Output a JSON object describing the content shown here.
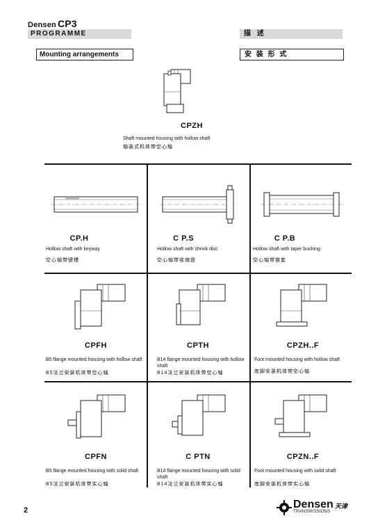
{
  "header": {
    "brand_small": "Densen",
    "brand_big": "CP3",
    "programme": "PROGRAMME",
    "programme_cn": "描 述",
    "mounting": "Mounting arrangements",
    "mounting_cn": "安 装 形 式"
  },
  "top": {
    "code": "CPZH",
    "desc": "Shaft mounted housing with hollow shaft",
    "cn": "轴装式机体带空心轴"
  },
  "cells": [
    {
      "code": "CP.H",
      "desc": "Hollow shaft with keyway",
      "cn": "空心轴带键槽"
    },
    {
      "code": "C P.S",
      "desc": "Hollow shaft with shrink disc",
      "cn": "空心轴带收缩盘"
    },
    {
      "code": "C P.B",
      "desc": "Hollow shaft with taper bushing",
      "cn": "空心轴带锥套"
    },
    {
      "code": "CPFH",
      "desc": "B5 flange mounted housing with hollow shaft",
      "cn": "B5法兰安装机体带空心轴"
    },
    {
      "code": "CPTH",
      "desc": "B14 flange mounted housing with hollow shaft",
      "cn": "B14法兰安装机体带空心轴"
    },
    {
      "code": "CPZH..F",
      "desc": "Foot mounted housing with hollow shaft",
      "cn": "底脚安装机体带空心轴"
    },
    {
      "code": "CPFN",
      "desc": "B5 flange mounted housing with solid shaft",
      "cn": "B5法兰安装机体带实心轴"
    },
    {
      "code": "C PTN",
      "desc": "B14 flange mounted housing with solid shaft",
      "cn": "B14法兰安装机体带实心轴"
    },
    {
      "code": "CPZN..F",
      "desc": "Foot mounted housing with solid shaft",
      "cn": "底脚安装机体带实心轴"
    }
  ],
  "footer": {
    "page": "2",
    "logo_word": "Densen",
    "logo_sub": "TRANSMISSIONS",
    "logo_cn": "天津"
  }
}
